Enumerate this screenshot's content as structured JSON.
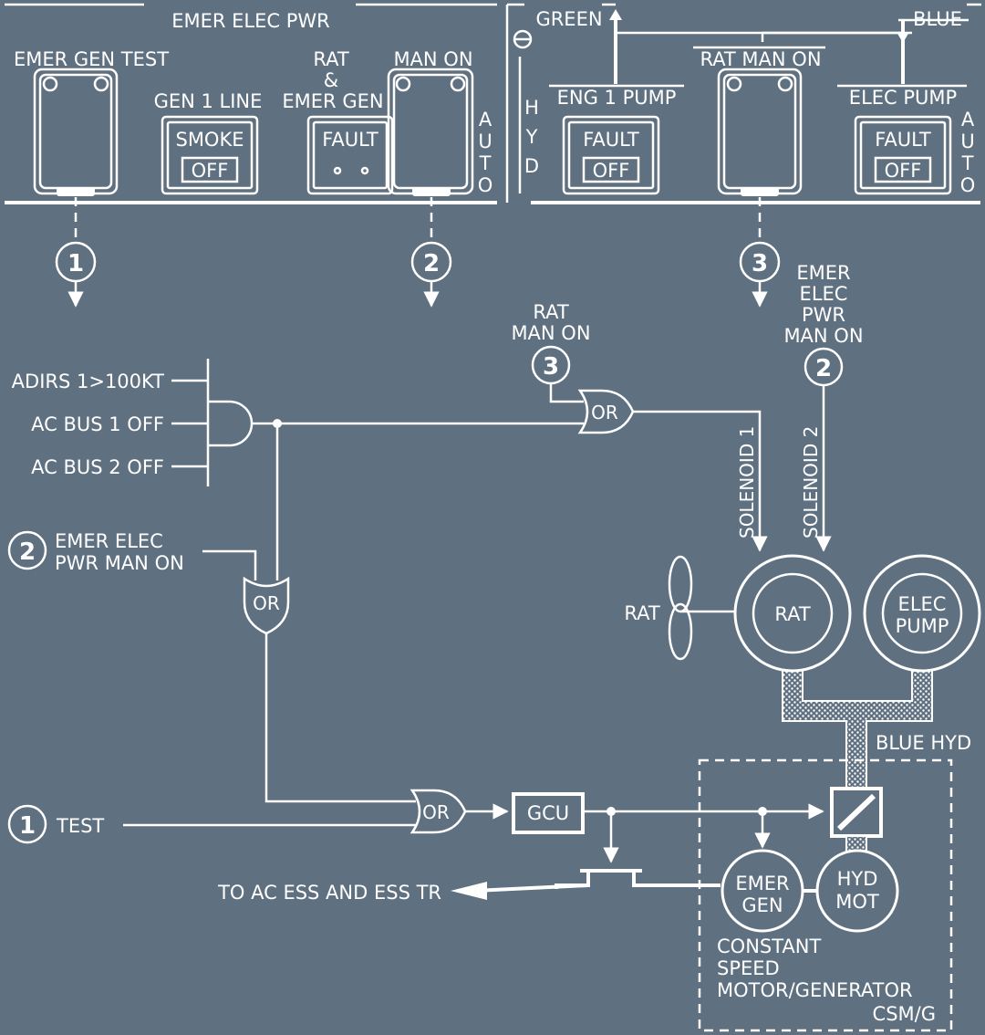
{
  "panel_left": {
    "title": "EMER ELEC PWR",
    "emer_gen_test": "EMER GEN TEST",
    "gen1_line": "GEN 1 LINE",
    "smoke": "SMOKE",
    "off": "OFF",
    "rat_line1": "RAT",
    "rat_line2": "&",
    "rat_line3": "EMER GEN",
    "fault": "FAULT",
    "man_on": "MAN ON",
    "auto": [
      "A",
      "U",
      "T",
      "O"
    ]
  },
  "panel_right": {
    "green": "GREEN",
    "blue": "BLUE",
    "hyd": [
      "H",
      "Y",
      "D"
    ],
    "rat_man_on": "RAT MAN ON",
    "eng1_pump": "ENG 1 PUMP",
    "elec_pump": "ELEC PUMP",
    "fault": "FAULT",
    "off": "OFF",
    "auto": [
      "A",
      "U",
      "T",
      "O"
    ]
  },
  "markers": {
    "one": "1",
    "two": "2",
    "three": "3"
  },
  "logic": {
    "adirs": "ADIRS 1>100KT",
    "ac_bus1": "AC BUS 1 OFF",
    "ac_bus2": "AC BUS 2 OFF",
    "rat_man_on_1": "RAT",
    "rat_man_on_2": "MAN ON",
    "emer_elec_1": "EMER",
    "emer_elec_2": "ELEC",
    "emer_elec_3": "PWR",
    "emer_elec_4": "MAN ON",
    "or": "OR",
    "emer_elec_pwr_1": "EMER ELEC",
    "emer_elec_pwr_2": "PWR MAN ON",
    "test": "TEST",
    "gcu": "GCU",
    "to_ac_ess": "TO AC ESS AND ESS TR"
  },
  "components": {
    "solenoid1": "SOLENOID 1",
    "solenoid2": "SOLENOID 2",
    "rat_label": "RAT",
    "rat_circle": "RAT",
    "elec_pump_1": "ELEC",
    "elec_pump_2": "PUMP",
    "blue_hyd": "BLUE HYD",
    "emer_gen_1": "EMER",
    "emer_gen_2": "GEN",
    "hyd_mot_1": "HYD",
    "hyd_mot_2": "MOT",
    "csm_1": "CONSTANT",
    "csm_2": "SPEED",
    "csm_3": "MOTOR/GENERATOR",
    "csm_4": "CSM/G"
  }
}
